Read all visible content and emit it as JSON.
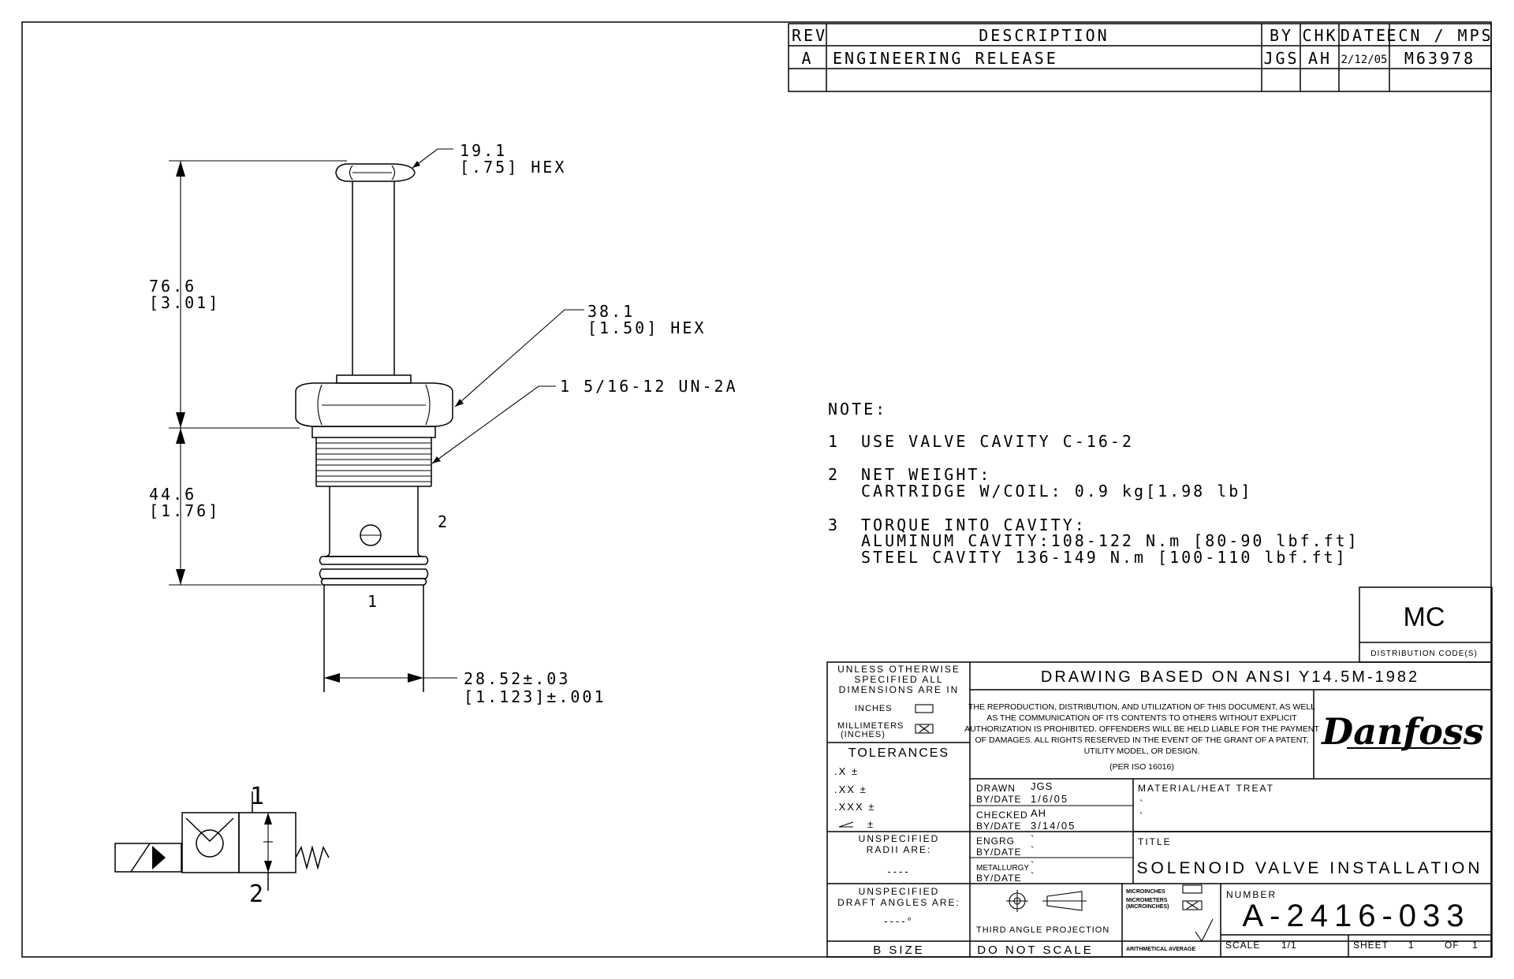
{
  "revision_block": {
    "headers": {
      "rev": "REV",
      "description": "DESCRIPTION",
      "by": "BY",
      "chk": "CHK",
      "date": "DATE",
      "ecn": "ECN / MPS"
    },
    "row": {
      "rev": "A",
      "description": "ENGINEERING RELEASE",
      "by": "JGS",
      "chk": "AH",
      "date": "2/12/05",
      "ecn": "M63978"
    }
  },
  "dimensions": {
    "top_hex_mm": "19.1",
    "top_hex_in": "[.75] HEX",
    "overall_mm": "76.6",
    "overall_in": "[3.01]",
    "nut_hex_mm": "38.1",
    "nut_hex_in": "[1.50] HEX",
    "thread": "1 5/16-12 UN-2A",
    "lower_mm": "44.6",
    "lower_in": "[1.76]",
    "dia_mm": "28.52±.03",
    "dia_in": "[1.123]±.001",
    "port_1": "1",
    "port_2": "2"
  },
  "symbol": {
    "port_1": "1",
    "port_2": "2"
  },
  "notes": {
    "heading": "NOTE:",
    "n1_num": "1",
    "n1": "USE VALVE CAVITY C-16-2",
    "n2_num": "2",
    "n2a": "NET WEIGHT:",
    "n2b": "CARTRIDGE W/COIL: 0.9 kg[1.98 lb]",
    "n3_num": "3",
    "n3a": "TORQUE INTO CAVITY:",
    "n3b": "ALUMINUM CAVITY:108-122 N.m [80-90 lbf.ft]",
    "n3c": "STEEL CAVITY 136-149 N.m [100-110 lbf.ft]"
  },
  "distribution": {
    "code": "MC",
    "label": "DISTRIBUTION CODE(S)"
  },
  "title_block": {
    "unless_1": "UNLESS OTHERWISE",
    "unless_2": "SPECIFIED ALL",
    "unless_3": "DIMENSIONS ARE IN",
    "inches": "INCHES",
    "millimeters": "MILLIMETERS",
    "mm_inches": "(INCHES)",
    "tolerances": "TOLERANCES",
    "tol_x": ".X  ±",
    "tol_xx": ".XX  ±",
    "tol_xxx": ".XXX ±",
    "tol_ang": "±",
    "radii_1": "UNSPECIFIED",
    "radii_2": "RADII ARE:",
    "radii_val": "----",
    "draft_1": "UNSPECIFIED",
    "draft_2": "DRAFT ANGLES ARE:",
    "draft_val": "----°",
    "size": "B SIZE",
    "ansi": "DRAWING BASED ON ANSI Y14.5M-1982",
    "legal_1": "THE REPRODUCTION, DISTRIBUTION, AND UTILIZATION OF THIS DOCUMENT, AS WELL",
    "legal_2": "AS THE COMMUNICATION OF ITS CONTENTS TO OTHERS WITHOUT EXPLICIT",
    "legal_3": "AUTHORIZATION IS PROHIBITED. OFFENDERS WILL BE HELD LIABLE FOR THE PAYMENT",
    "legal_4": "OF DAMAGES. ALL RIGHTS RESERVED IN THE EVENT OF THE GRANT OF A PATENT,",
    "legal_5": "UTILITY MODEL, OR DESIGN.",
    "legal_6": "(PER ISO 16016)",
    "logo": "Danfoss",
    "drawn_lbl": "DRAWN",
    "drawn_val": "JGS",
    "drawn_date_lbl": "BY/DATE",
    "drawn_date": "1/6/05",
    "checked_lbl": "CHECKED",
    "checked_val": "AH",
    "checked_date_lbl": "BY/DATE",
    "checked_date": "3/14/05",
    "engrg_lbl": "ENGRG",
    "engrg_val": "`",
    "engrg_date_lbl": "BY/DATE",
    "engrg_date": "`",
    "metal_lbl": "METALLURGY",
    "metal_val": "`",
    "metal_date_lbl": "BY/DATE",
    "metal_date": "`",
    "material_lbl": "MATERIAL/HEAT TREAT",
    "material_1": "`",
    "material_2": "`",
    "title_lbl": "TITLE",
    "title": "SOLENOID VALVE INSTALLATION",
    "projection": "THIRD ANGLE PROJECTION",
    "do_not_scale": "DO NOT SCALE",
    "micro_1": "MICROINCHES",
    "micro_2": "MICROMETERS",
    "micro_3": "(MICROINCHES)",
    "arith": "ARITHMETICAL AVERAGE",
    "number_lbl": "NUMBER",
    "number": "A-2416-033",
    "scale_lbl": "SCALE",
    "scale": "1/1",
    "sheet_lbl": "SHEET",
    "sheet": "1",
    "of_lbl": "OF",
    "of": "1"
  }
}
